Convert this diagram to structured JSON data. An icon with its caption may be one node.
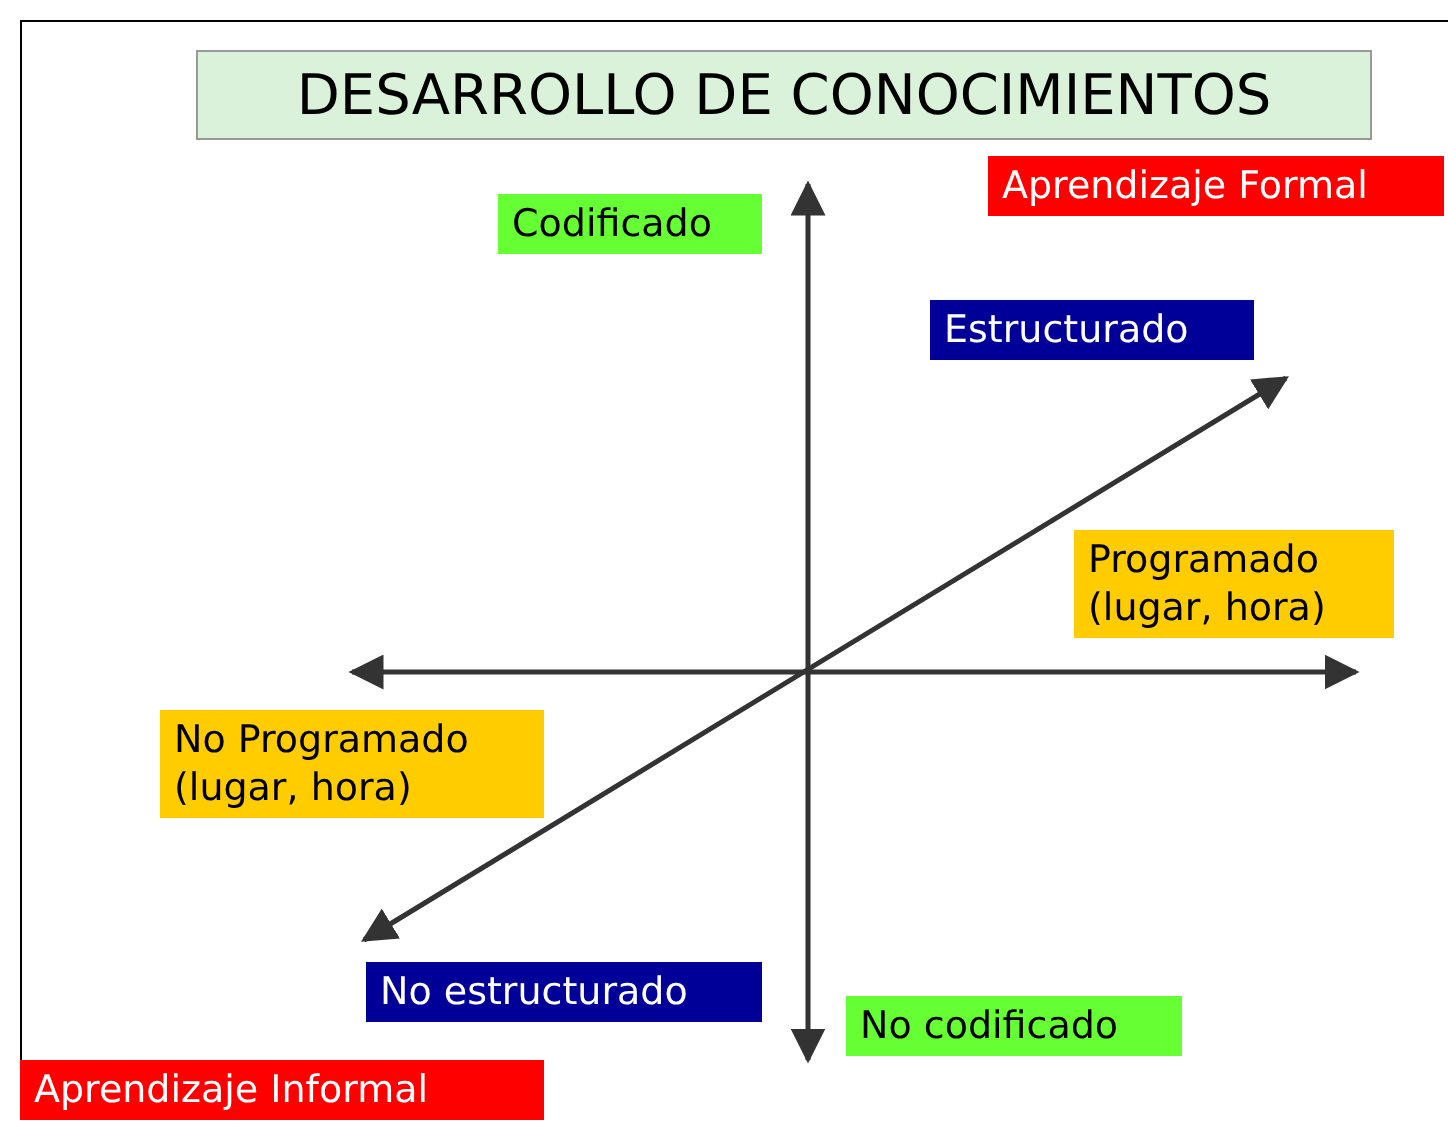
{
  "diagram": {
    "title": "DESARROLLO DE CONOCIMIENTOS",
    "labels": [
      "Aprendizaje Formal",
      "Codificado",
      "Estructurado",
      "Programado (lugar, hora)",
      "No Programado (lugar, hora)",
      "No estructurado",
      "No codificado",
      "Aprendizaje Informal"
    ]
  }
}
